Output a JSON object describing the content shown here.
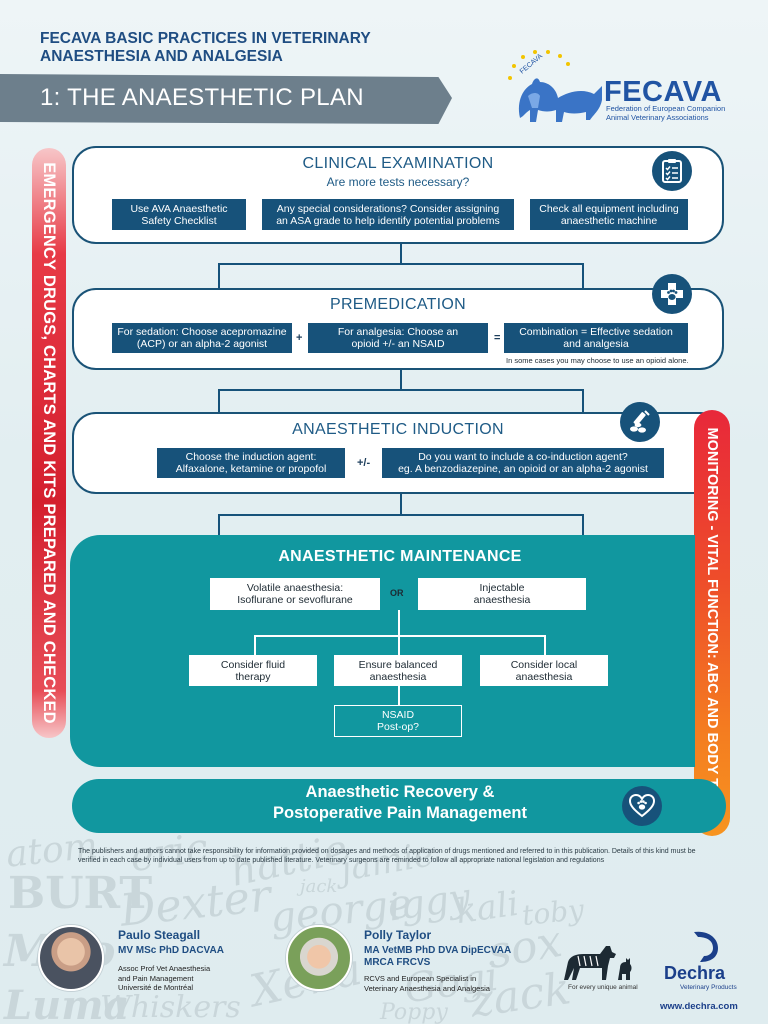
{
  "header": {
    "title_line1": "FECAVA BASIC PRACTICES IN VETERINARY",
    "title_line2": "ANAESTHESIA AND ANALGESIA",
    "plan": "1: THE ANAESTHETIC PLAN",
    "logo": {
      "arc_text": "FECAVA",
      "name": "FECAVA",
      "sub_line1": "Federation of European Companion",
      "sub_line2": "Animal Veterinary Associations"
    }
  },
  "side_left": "EMERGENCY DRUGS, CHARTS AND KITS PREPARED AND CHECKED",
  "side_right": "MONITORING - VITAL FUNCTION: ABC AND BODY TEMP",
  "clinical": {
    "title": "CLINICAL EXAMINATION",
    "subtitle": "Are more tests necessary?",
    "boxes": [
      {
        "line1": "Use AVA Anaesthetic",
        "line2": "Safety Checklist"
      },
      {
        "line1": "Any special considerations? Consider assigning",
        "line2": "an ASA grade to help identify potential problems"
      },
      {
        "line1": "Check all equipment including",
        "line2": "anaesthetic machine"
      }
    ],
    "icon": "clipboard-checklist-icon"
  },
  "premed": {
    "title": "PREMEDICATION",
    "boxes": [
      {
        "line1": "For sedation: Choose acepromazine",
        "line2": "(ACP) or an alpha-2 agonist"
      },
      {
        "line1": "For analgesia: Choose an",
        "line2": "opioid +/- an NSAID"
      },
      {
        "line1": "Combination = Effective sedation",
        "line2": "and analgesia"
      }
    ],
    "op1": "+",
    "op2": "=",
    "note": "In some cases you may choose to use an opioid alone.",
    "icon": "paw-cross-icon"
  },
  "induction": {
    "title": "ANAESTHETIC INDUCTION",
    "boxes": [
      {
        "line1": "Choose the induction agent:",
        "line2": "Alfaxalone, ketamine or propofol"
      },
      {
        "line1": "Do you want to include a co-induction agent?",
        "line2": "eg. A benzodiazepine, an opioid or an alpha-2 agonist"
      }
    ],
    "op": "+/-",
    "icon": "syringe-pills-icon"
  },
  "maintenance": {
    "title": "ANAESTHETIC MAINTENANCE",
    "choice1": {
      "line1": "Volatile anaesthesia:",
      "line2": "Isoflurane or sevoflurane"
    },
    "or": "OR",
    "choice2": {
      "line1": "Injectable",
      "line2": "anaesthesia"
    },
    "options": [
      {
        "line1": "Consider fluid",
        "line2": "therapy"
      },
      {
        "line1": "Ensure balanced",
        "line2": "anaesthesia"
      },
      {
        "line1": "Consider local",
        "line2": "anaesthesia"
      }
    ],
    "nsaid": {
      "line1": "NSAID",
      "line2": "Post-op?"
    }
  },
  "recovery": {
    "line1": "Anaesthetic Recovery &",
    "line2": "Postoperative Pain Management",
    "icon": "heart-paw-icon"
  },
  "disclaimer": "The publishers and authors cannot take responsibility for information provided on dosages and methods of application of drugs mentioned and referred to in this publication. Details of this kind must be verified in each case by individual users from up to date published literature. Veterinary surgeons are reminded to follow all appropriate national legislation and regulations",
  "watermark_names": [
    "atom",
    "eric",
    "hattie",
    "jack",
    "jamie",
    "BURT",
    "Dexter",
    "george",
    "iggy",
    "kali",
    "toby",
    "Milo",
    "sox",
    "Xena",
    "zack",
    "Luma",
    "Whiskers",
    "Gogi",
    "Poppy"
  ],
  "authors": [
    {
      "name": "Paulo Steagall",
      "degrees": "MV MSc PhD DACVAA",
      "aff": [
        "Assoc Prof Vet Anaesthesia",
        "and Pain Management",
        "Université de Montréal"
      ]
    },
    {
      "name": "Polly Taylor",
      "degrees": "MA VetMB PhD DVA DipECVAA",
      "degrees2": "MRCA FRCVS",
      "aff": [
        "RCVS and European Specialist in",
        "Veterinary Anaesthesia and Analgesia"
      ]
    }
  ],
  "sponsor": {
    "tagline": "For every unique animal",
    "name": "Dechra",
    "sub": "Veterinary Products",
    "url": "www.dechra.com"
  },
  "colors": {
    "navy": "#17527a",
    "teal": "#11979f",
    "red": "#d41f2e",
    "orange": "#f47c20",
    "heading": "#1f4d82"
  }
}
